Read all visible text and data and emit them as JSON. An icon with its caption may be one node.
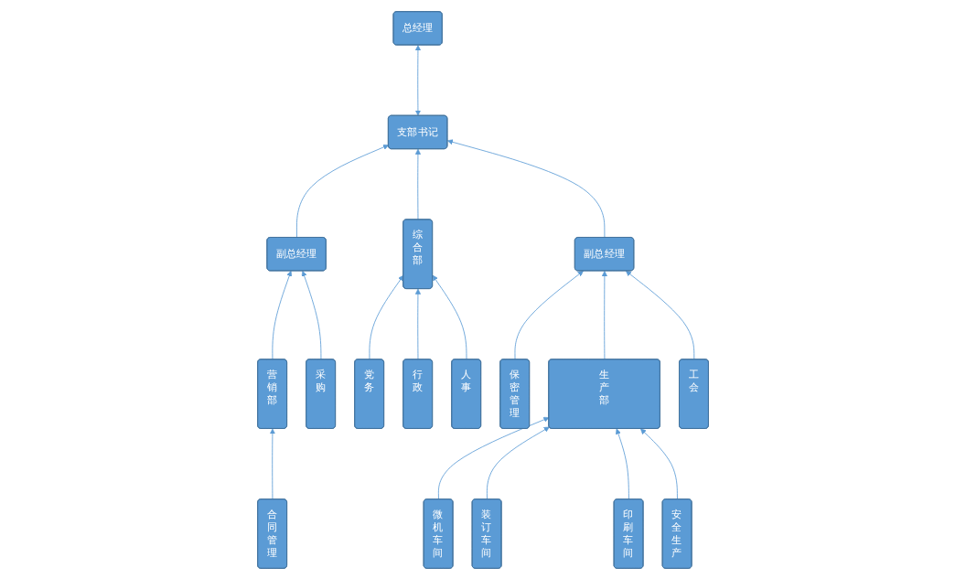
{
  "diagram": {
    "nodes": [
      {
        "text": [
          "支部书记"
        ]
      },
      {
        "text": [
          "总经理"
        ]
      },
      {
        "text": [
          "副总经理"
        ]
      },
      {
        "text": [
          "副总经理"
        ]
      },
      {
        "text": [
          "营销部"
        ]
      },
      {
        "text": [
          "综合部"
        ]
      },
      {
        "text": [
          "保密管理"
        ]
      },
      {
        "text": [
          "生产部"
        ]
      },
      {
        "text": [
          "工会"
        ]
      },
      {
        "text": [
          "合同管理"
        ]
      },
      {
        "text": [
          "采购"
        ]
      },
      {
        "text": [
          "党务"
        ]
      },
      {
        "text": [
          "行政"
        ]
      },
      {
        "text": [
          "人事"
        ]
      },
      {
        "text": [
          "微机车间"
        ]
      },
      {
        "text": [
          "装订车间"
        ]
      },
      {
        "text": [
          "印刷车间"
        ]
      },
      {
        "text": [
          "安全生产"
        ]
      }
    ],
    "edges": [
      {
        "from": 0,
        "to": 1,
        "arrow": "both"
      },
      {
        "from": 2,
        "to": 0,
        "arrow": "to"
      },
      {
        "from": 5,
        "to": 0,
        "arrow": "to"
      },
      {
        "from": 3,
        "to": 0,
        "arrow": "to"
      },
      {
        "from": 4,
        "to": 2,
        "arrow": "to"
      },
      {
        "from": 10,
        "to": 2,
        "arrow": "to"
      },
      {
        "from": 6,
        "to": 3,
        "arrow": "to"
      },
      {
        "from": 7,
        "to": 3,
        "arrow": "to"
      },
      {
        "from": 8,
        "to": 3,
        "arrow": "to"
      },
      {
        "from": 9,
        "to": 4,
        "arrow": "to"
      },
      {
        "from": 11,
        "to": 5,
        "arrow": "to"
      },
      {
        "from": 12,
        "to": 5,
        "arrow": "to"
      },
      {
        "from": 13,
        "to": 5,
        "arrow": "to"
      },
      {
        "from": 14,
        "to": 7,
        "arrow": "to"
      },
      {
        "from": 15,
        "to": 7,
        "arrow": "to"
      },
      {
        "from": 16,
        "to": 7,
        "arrow": "to"
      },
      {
        "from": 17,
        "to": 7,
        "arrow": "to"
      }
    ]
  }
}
